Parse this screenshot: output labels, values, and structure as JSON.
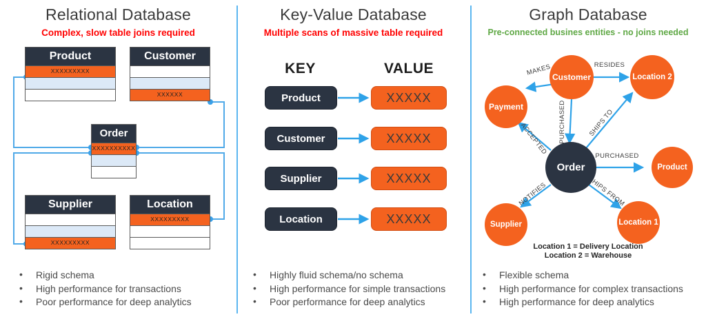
{
  "panels": [
    {
      "title": "Relational Database",
      "subtitle": "Complex, slow table joins required",
      "subtitle_color": "#FF0000",
      "tables": [
        {
          "name": "Product",
          "rows": [
            {
              "fill": "orange",
              "text": "XXXXXXXXX"
            },
            {
              "fill": "blue",
              "text": ""
            },
            {
              "fill": "white",
              "text": ""
            }
          ]
        },
        {
          "name": "Customer",
          "rows": [
            {
              "fill": "white",
              "text": ""
            },
            {
              "fill": "blue",
              "text": ""
            },
            {
              "fill": "orange",
              "text": "XXXXXX"
            }
          ]
        },
        {
          "name": "Order",
          "rows": [
            {
              "fill": "orange",
              "text": "XXXXXXXXXX"
            },
            {
              "fill": "blue",
              "text": ""
            },
            {
              "fill": "white",
              "text": ""
            }
          ]
        },
        {
          "name": "Supplier",
          "rows": [
            {
              "fill": "white",
              "text": ""
            },
            {
              "fill": "blue",
              "text": ""
            },
            {
              "fill": "orange",
              "text": "XXXXXXXXX"
            }
          ]
        },
        {
          "name": "Location",
          "rows": [
            {
              "fill": "orange",
              "text": "XXXXXXXXX"
            },
            {
              "fill": "white",
              "text": ""
            },
            {
              "fill": "white",
              "text": ""
            }
          ]
        }
      ],
      "bullets": [
        "Rigid schema",
        "High performance for transactions",
        "Poor performance for deep analytics"
      ]
    },
    {
      "title": "Key-Value Database",
      "subtitle": "Multiple scans of massive table required",
      "subtitle_color": "#FF0000",
      "key_header": "KEY",
      "value_header": "VALUE",
      "pairs": [
        {
          "key": "Product",
          "value": "XXXXX"
        },
        {
          "key": "Customer",
          "value": "XXXXX"
        },
        {
          "key": "Supplier",
          "value": "XXXXX"
        },
        {
          "key": "Location",
          "value": "XXXXX"
        }
      ],
      "bullets": [
        "Highly fluid schema/no schema",
        "High performance for simple transactions",
        "Poor performance for deep analytics"
      ]
    },
    {
      "title": "Graph Database",
      "subtitle": "Pre-connected busines entities - no joins needed",
      "subtitle_color": "#5FA845",
      "nodes": [
        {
          "id": "customer",
          "label": "Customer",
          "type": "orange"
        },
        {
          "id": "payment",
          "label": "Payment",
          "type": "orange"
        },
        {
          "id": "location2",
          "label": "Location 2",
          "type": "orange"
        },
        {
          "id": "order",
          "label": "Order",
          "type": "dark"
        },
        {
          "id": "product",
          "label": "Product",
          "type": "orange"
        },
        {
          "id": "supplier",
          "label": "Supplier",
          "type": "orange"
        },
        {
          "id": "location1",
          "label": "Location 1",
          "type": "orange"
        }
      ],
      "edges": [
        {
          "from": "customer",
          "to": "payment",
          "label": "MAKES"
        },
        {
          "from": "customer",
          "to": "location2",
          "label": "RESIDES"
        },
        {
          "from": "customer",
          "to": "order",
          "label": "PURCHASED"
        },
        {
          "from": "order",
          "to": "location2",
          "label": "SHIPS TO"
        },
        {
          "from": "order",
          "to": "payment",
          "label": "ACCEPTED"
        },
        {
          "from": "order",
          "to": "product",
          "label": "PURCHASED"
        },
        {
          "from": "order",
          "to": "supplier",
          "label": "NOTIFIES"
        },
        {
          "from": "order",
          "to": "location1",
          "label": "SHIPS FROM"
        }
      ],
      "legend": [
        "Location 1 = Delivery Location",
        "Location 2 = Warehouse"
      ],
      "bullets": [
        "Flexible schema",
        "High performance for complex transactions",
        "High performance for deep analytics"
      ]
    }
  ],
  "colors": {
    "orange": "#F4621F",
    "dark": "#2B3442",
    "light_blue": "#DCE9F7",
    "wire_blue": "#4FA9E8",
    "divider_blue": "#5BB6F0",
    "red": "#FF0000",
    "green": "#5FA845"
  }
}
